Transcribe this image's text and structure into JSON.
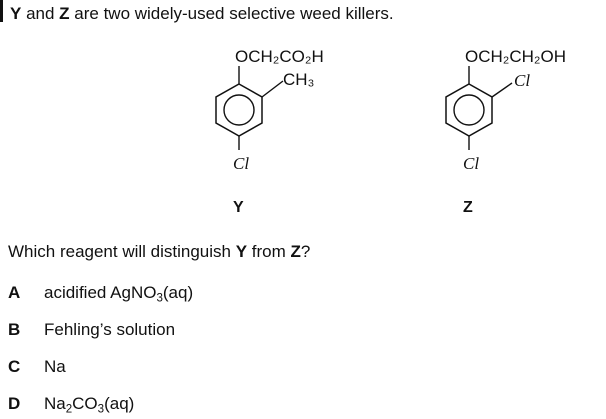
{
  "question": {
    "intro_y": "Y",
    "intro_and": " and ",
    "intro_z": "Z",
    "intro_rest": " are two widely-used selective weed killers.",
    "prompt_before": "Which reagent will distinguish ",
    "prompt_y": "Y",
    "prompt_from": " from ",
    "prompt_z": "Z",
    "prompt_after": "?"
  },
  "molecule_y": {
    "label": "Y",
    "top_group": "OCH₂CO₂H",
    "side_group": "CH₃",
    "bottom_group": "Cl"
  },
  "molecule_z": {
    "label": "Z",
    "top_group": "OCH₂CH₂OH",
    "side_group": "Cl",
    "bottom_group": "Cl"
  },
  "options": [
    {
      "letter": "A",
      "text_main": "acidified AgNO",
      "text_sub": "3",
      "text_end": "(aq)"
    },
    {
      "letter": "B",
      "text_main": "Fehling’s solution",
      "text_sub": "",
      "text_end": ""
    },
    {
      "letter": "C",
      "text_main": "Na",
      "text_sub": "",
      "text_end": ""
    },
    {
      "letter": "D",
      "text_main": "Na",
      "text_sub": "2",
      "text_mid": "CO",
      "text_sub2": "3",
      "text_end": "(aq)"
    }
  ]
}
